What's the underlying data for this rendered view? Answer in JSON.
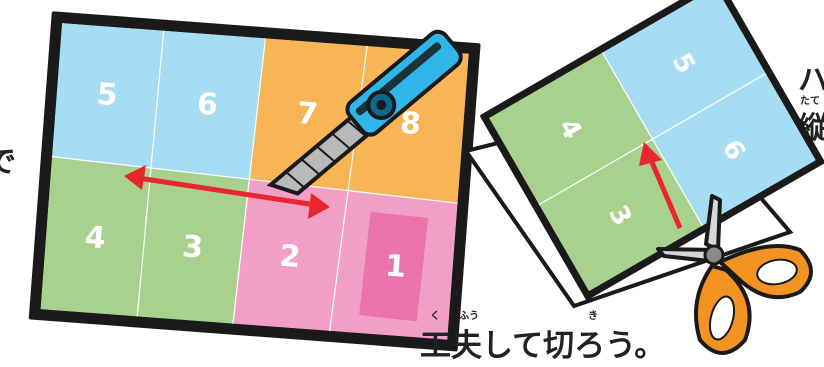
{
  "left_sheet": {
    "panels": [
      {
        "num": "5",
        "color": "#a6dcf4"
      },
      {
        "num": "6",
        "color": "#a6dcf4"
      },
      {
        "num": "7",
        "color": "#f7b556"
      },
      {
        "num": "8",
        "color": "#f7b556"
      },
      {
        "num": "4",
        "color": "#a9d18e"
      },
      {
        "num": "3",
        "color": "#a9d18e"
      },
      {
        "num": "2",
        "color": "#f19fc6"
      },
      {
        "num": "1",
        "color": "#f19fc6"
      }
    ]
  },
  "right_sheet": {
    "panels": [
      {
        "num": "4",
        "color": "#a9d18e"
      },
      {
        "num": "5",
        "color": "#a6dcf4"
      },
      {
        "num": "3",
        "color": "#a9d18e"
      },
      {
        "num": "6",
        "color": "#a6dcf4"
      }
    ]
  },
  "cut_line_color": "#e8262b",
  "caption": {
    "ku": "く",
    "fuu": "ふう",
    "ki": "き",
    "text": "工夫して切ろう。"
  },
  "edge_text": {
    "left_de": "で",
    "right_ha": "ハ",
    "right_ruby": "たて",
    "right_tate": "縦"
  },
  "icons": [
    "utility-knife-icon",
    "scissors-icon"
  ]
}
